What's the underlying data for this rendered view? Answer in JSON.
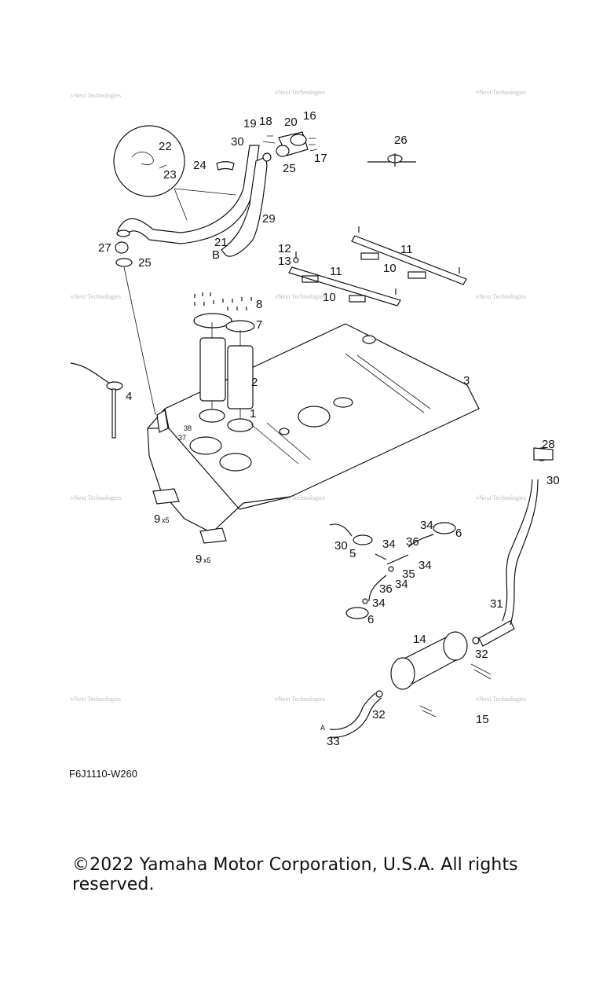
{
  "diagram_code": "F6J1110-W260",
  "copyright": "©2022 Yamaha Motor Corporation, U.S.A. All rights reserved.",
  "watermark_text": "vNext Technologies",
  "callouts": {
    "c1": "1",
    "c2": "2",
    "c3": "3",
    "c4": "4",
    "c5": "5",
    "c6a": "6",
    "c6b": "6",
    "c7": "7",
    "c8": "8",
    "c9a": "9",
    "c9b": "9",
    "x5a": "x5",
    "x5b": "x5",
    "c10a": "10",
    "c10b": "10",
    "c11a": "11",
    "c11b": "11",
    "c12": "12",
    "c13": "13",
    "c14": "14",
    "c15": "15",
    "c16": "16",
    "c17": "17",
    "c18": "18",
    "c19": "19",
    "c20": "20",
    "c21": "21",
    "cB": "B",
    "c22": "22",
    "c23": "23",
    "c24": "24",
    "c25a": "25",
    "c25b": "25",
    "c26": "26",
    "c27": "27",
    "c28": "28",
    "c29": "29",
    "c30a": "30",
    "c30b": "30",
    "c30c": "30",
    "c31": "31",
    "c32a": "32",
    "c32b": "32",
    "c33": "33",
    "cA": "A",
    "c34a": "34",
    "c34b": "34",
    "c34c": "34",
    "c34d": "34",
    "c34e": "34",
    "c35": "35",
    "c36a": "36",
    "c36b": "36",
    "c37": "37",
    "c38": "38"
  }
}
